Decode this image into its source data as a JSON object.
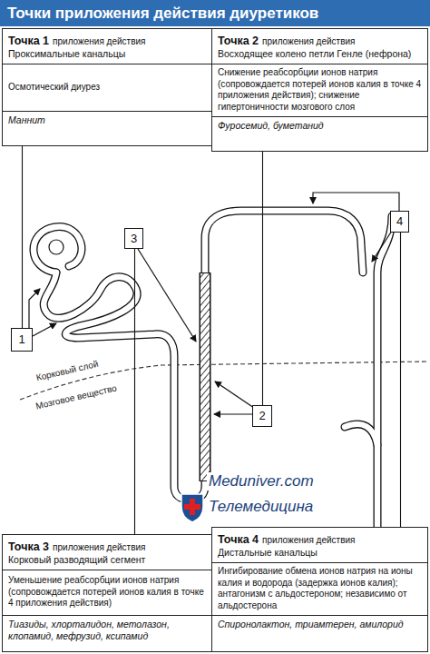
{
  "diagram": {
    "title": "Точки приложения действия диуретиков",
    "nodes": [
      {
        "text": [
          "Точка 1",
          "приложения действия",
          "Проксимальные канальцы",
          "Осмотический диурез",
          "Маннит"
        ]
      },
      {
        "text": [
          "Точка 2",
          "приложения действия",
          "Восходящее колено петли Генле (нефрона)",
          "Снижение реабсорбции ионов натрия (сопровождается потерей ионов калия в точке 4 приложения действия); снижение гипертоничности мозгового слоя",
          "Фуросемид, буметанид"
        ]
      },
      {
        "text": [
          "1"
        ]
      },
      {
        "text": [
          "2"
        ]
      },
      {
        "text": [
          "3"
        ]
      },
      {
        "text": [
          "4"
        ]
      },
      {
        "text": [
          "Точка 3",
          "приложения действия",
          "Корковый разводящий сегмент",
          "Уменьшение реабсорбции ионов натрия (сопровождается потерей ионов калия в точке 4 приложения действия)",
          "Тиазиды, хлорталидон, метолазон, клопамид, мефрузид, ксипамид"
        ]
      },
      {
        "text": [
          "Точка 4",
          "приложения действия",
          "Дистальные канальцы",
          "Ингибирование обмена ионов натрия на ионы калия и водорода (задержка ионов калия); антагонизм с альдостероном; независимо от альдостерона",
          "Спиронолактон, триамтерен, амилорид"
        ]
      }
    ],
    "edges": [
      {
        "from": 0,
        "to": 2,
        "arrow": "none"
      },
      {
        "from": 1,
        "to": 3,
        "arrow": "none"
      },
      {
        "from": 4,
        "to": 6,
        "arrow": "none"
      },
      {
        "from": 5,
        "to": 7,
        "arrow": "none"
      }
    ],
    "labels": [
      "Корковый слой",
      "Мозговое вещество",
      "Meduniver.com",
      "Телемедицина"
    ]
  }
}
